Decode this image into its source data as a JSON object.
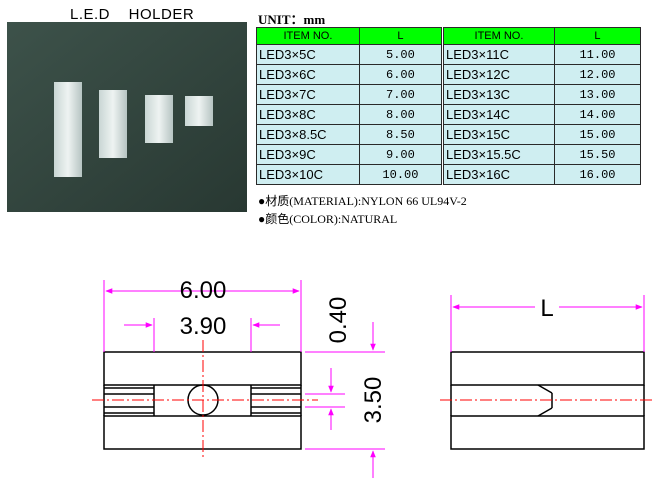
{
  "title": "L.E.D    HOLDER",
  "unit_label": "UNIT：mm",
  "table_left": {
    "headers": [
      "ITEM NO.",
      "L"
    ],
    "rows": [
      [
        "LED3×5C",
        "5.00"
      ],
      [
        "LED3×6C",
        "6.00"
      ],
      [
        "LED3×7C",
        "7.00"
      ],
      [
        "LED3×8C",
        "8.00"
      ],
      [
        "LED3×8.5C",
        "8.50"
      ],
      [
        "LED3×9C",
        "9.00"
      ],
      [
        "LED3×10C",
        "10.00"
      ]
    ]
  },
  "table_right": {
    "headers": [
      "ITEM NO.",
      "L"
    ],
    "rows": [
      [
        "LED3×11C",
        "11.00"
      ],
      [
        "LED3×12C",
        "12.00"
      ],
      [
        "LED3×13C",
        "13.00"
      ],
      [
        "LED3×14C",
        "14.00"
      ],
      [
        "LED3×15C",
        "15.00"
      ],
      [
        "LED3×15.5C",
        "15.50"
      ],
      [
        "LED3×16C",
        "16.00"
      ]
    ]
  },
  "notes": {
    "material": "●材质(MATERIAL):NYLON 66 UL94V-2",
    "color": "●颜色(COLOR):NATURAL"
  },
  "drawing": {
    "dim_width": "6.00",
    "dim_inner": "3.90",
    "dim_gap": "0.40",
    "dim_height": "3.50",
    "dim_length": "L"
  },
  "colors": {
    "header_bg": "#00ff00",
    "cell_bg": "#cfeef1",
    "dimension": "#ff00ff",
    "centerline": "#ff0000"
  }
}
